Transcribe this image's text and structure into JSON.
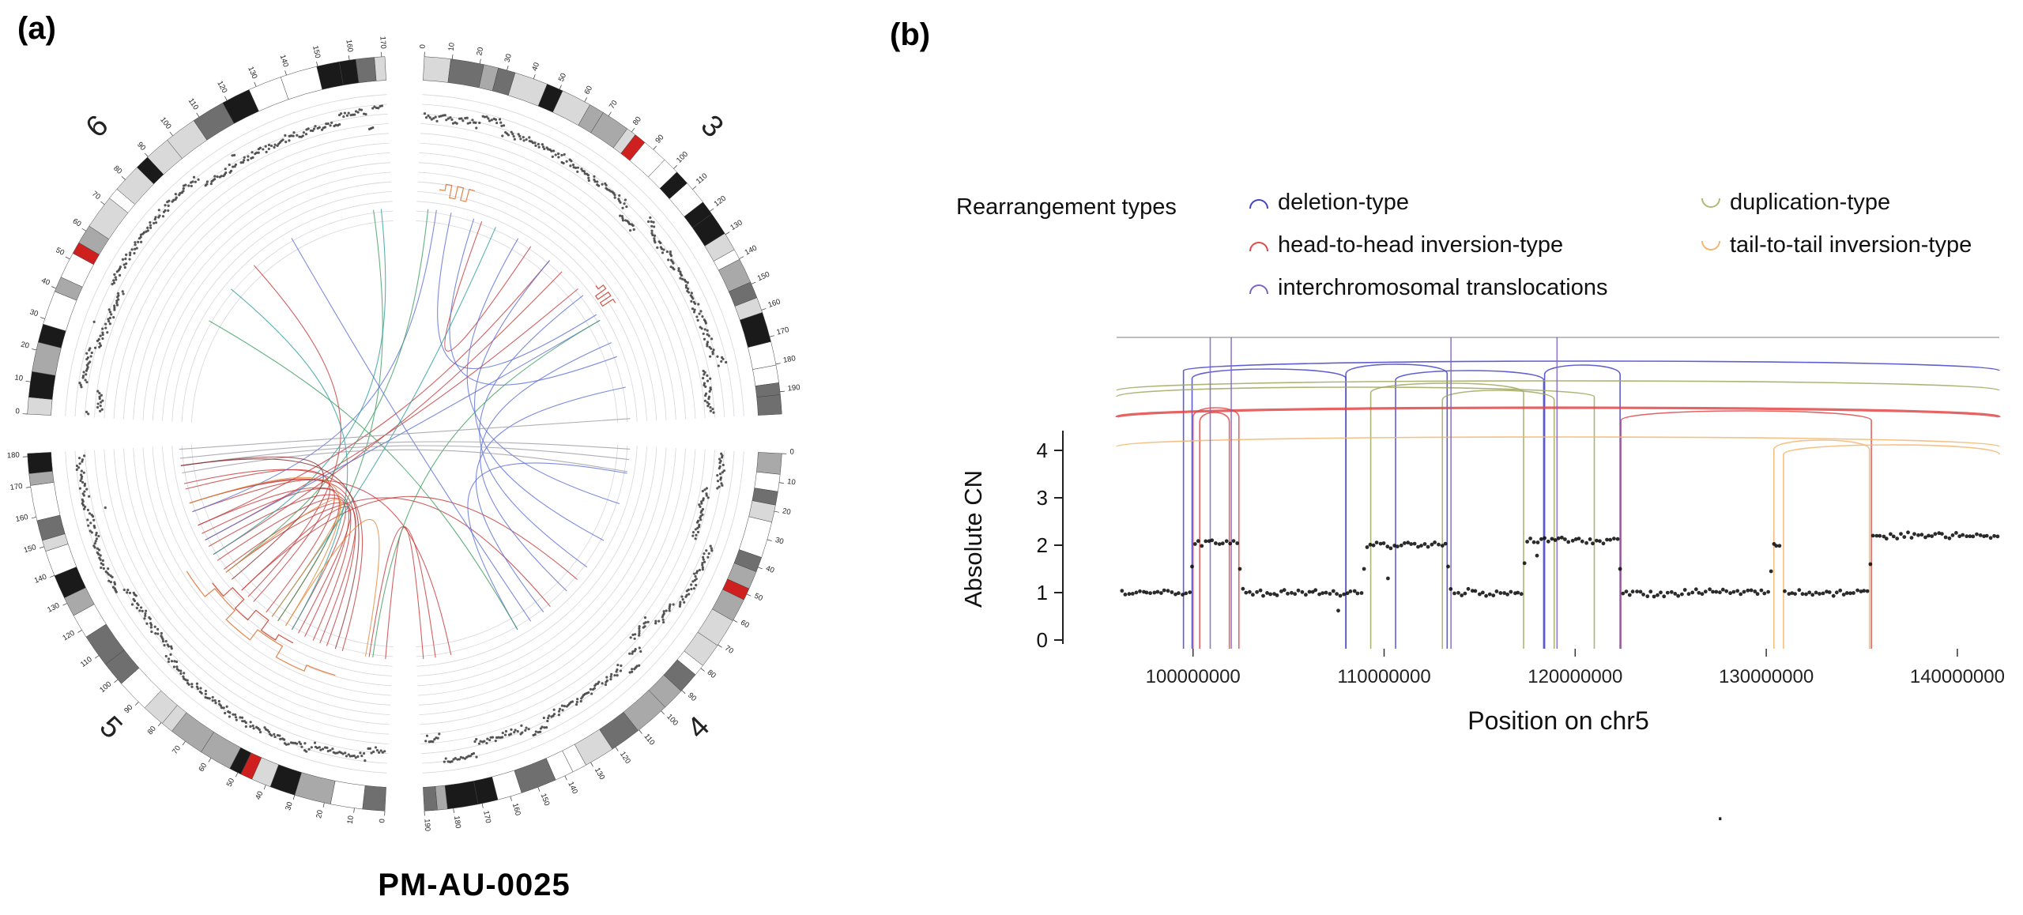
{
  "panel_a": {
    "label": "(a)",
    "sample_id": "PM-AU-0025",
    "chromosome_labels": [
      "3",
      "4",
      "5",
      "6"
    ]
  },
  "panel_b": {
    "label": "(b)",
    "legend": {
      "title": "Rearrangement types",
      "items": [
        {
          "id": "deletion",
          "label": "deletion-type",
          "color": "#4343cb",
          "glyph": "arc-up"
        },
        {
          "id": "duplication",
          "label": "duplication-type",
          "color": "#b3ba74",
          "glyph": "arc-down"
        },
        {
          "id": "head-to-head",
          "label": "head-to-head inversion-type",
          "color": "#e04848",
          "glyph": "arc-up"
        },
        {
          "id": "tail-to-tail",
          "label": "tail-to-tail inversion-type",
          "color": "#f3b56d",
          "glyph": "arc-down"
        },
        {
          "id": "translocation",
          "label": "interchromosomal translocations",
          "color": "#7f63c0",
          "glyph": "arc-up"
        }
      ]
    }
  },
  "stray_dot": ".",
  "chart_data": [
    {
      "type": "circos",
      "title": "PM-AU-0025",
      "chromosomes": [
        {
          "name": "3",
          "length_mb": 198,
          "centromere_mb": 91
        },
        {
          "name": "4",
          "length_mb": 190,
          "centromere_mb": 50
        },
        {
          "name": "5",
          "length_mb": 181,
          "centromere_mb": 48
        },
        {
          "name": "6",
          "length_mb": 171,
          "centromere_mb": 61
        }
      ],
      "tick_step_mb": 10,
      "tracks": [
        "cytoband ideogram",
        "Mb tick scale",
        "copy-number scatter",
        "rearrangement links"
      ],
      "link_colors": {
        "red": "#c63a3a",
        "blue": "#5b6ed6",
        "green": "#3f9d5f",
        "teal": "#2f9e9e",
        "orange": "#e08a3c",
        "gray": "#9a9aa2",
        "darkred": "#8b3030"
      },
      "links": [
        {
          "c1": "5",
          "p1": 28,
          "c2": "5",
          "p2": 160,
          "color": "red"
        },
        {
          "c1": "5",
          "p1": 37,
          "c2": "5",
          "p2": 149,
          "color": "red"
        },
        {
          "c1": "5",
          "p1": 45,
          "c2": "5",
          "p2": 136,
          "color": "red"
        },
        {
          "c1": "5",
          "p1": 50,
          "c2": "5",
          "p2": 123,
          "color": "red"
        },
        {
          "c1": "5",
          "p1": 58,
          "c2": "5",
          "p2": 114,
          "color": "red"
        },
        {
          "c1": "5",
          "p1": 67,
          "c2": "5",
          "p2": 131,
          "color": "red"
        },
        {
          "c1": "5",
          "p1": 75,
          "c2": "5",
          "p2": 144,
          "color": "red"
        },
        {
          "c1": "5",
          "p1": 84,
          "c2": "5",
          "p2": 157,
          "color": "red"
        },
        {
          "c1": "5",
          "p1": 54,
          "c2": "5",
          "p2": 93,
          "color": "red"
        },
        {
          "c1": "5",
          "p1": 41,
          "c2": "5",
          "p2": 108,
          "color": "red"
        },
        {
          "c1": "5",
          "p1": 118,
          "c2": "3",
          "p2": 97,
          "color": "red"
        },
        {
          "c1": "5",
          "p1": 127,
          "c2": "3",
          "p2": 111,
          "color": "red"
        },
        {
          "c1": "5",
          "p1": 136,
          "c2": "3",
          "p2": 87,
          "color": "red"
        },
        {
          "c1": "5",
          "p1": 93,
          "c2": "4",
          "p2": 84,
          "color": "red"
        },
        {
          "c1": "5",
          "p1": 106,
          "c2": "4",
          "p2": 106,
          "color": "red"
        },
        {
          "c1": "5",
          "p1": 149,
          "c2": "4",
          "p2": 170,
          "color": "red"
        },
        {
          "c1": "4",
          "p1": 186,
          "c2": "5",
          "p2": 4,
          "color": "red"
        },
        {
          "c1": "4",
          "p1": 179,
          "c2": "5",
          "p2": 13,
          "color": "red"
        },
        {
          "c1": "3",
          "p1": 40,
          "c2": "3",
          "p2": 73,
          "color": "red"
        },
        {
          "c1": "6",
          "p1": 92,
          "c2": "5",
          "p2": 88,
          "color": "red"
        },
        {
          "c1": "3",
          "p1": 87,
          "c2": "4",
          "p2": 57,
          "color": "blue"
        },
        {
          "c1": "3",
          "p1": 116,
          "c2": "4",
          "p2": 75,
          "color": "blue"
        },
        {
          "c1": "3",
          "p1": 149,
          "c2": "4",
          "p2": 93,
          "color": "blue"
        },
        {
          "c1": "3",
          "p1": 177,
          "c2": "4",
          "p2": 111,
          "color": "blue"
        },
        {
          "c1": "3",
          "p1": 64,
          "c2": "4",
          "p2": 34,
          "color": "blue"
        },
        {
          "c1": "3",
          "p1": 21,
          "c2": "3",
          "p2": 130,
          "color": "blue"
        },
        {
          "c1": "3",
          "p1": 35,
          "c2": "3",
          "p2": 158,
          "color": "blue"
        },
        {
          "c1": "4",
          "p1": 16,
          "c2": "4",
          "p2": 129,
          "color": "blue"
        },
        {
          "c1": "3",
          "p1": 12,
          "c2": "5",
          "p2": 144,
          "color": "blue"
        },
        {
          "c1": "3",
          "p1": 134,
          "c2": "5",
          "p2": 127,
          "color": "blue"
        },
        {
          "c1": "6",
          "p1": 116,
          "c2": "4",
          "p2": 120,
          "color": "blue"
        },
        {
          "c1": "6",
          "p1": 161,
          "c2": "5",
          "p2": 67,
          "color": "green"
        },
        {
          "c1": "3",
          "p1": 7,
          "c2": "5",
          "p2": 106,
          "color": "green"
        },
        {
          "c1": "3",
          "p1": 134,
          "c2": "5",
          "p2": 11,
          "color": "green"
        },
        {
          "c1": "6",
          "p1": 55,
          "c2": "4",
          "p2": 129,
          "color": "green"
        },
        {
          "c1": "6",
          "p1": 165,
          "c2": "5",
          "p2": 118,
          "color": "teal"
        },
        {
          "c1": "3",
          "p1": 49,
          "c2": "5",
          "p2": 71,
          "color": "teal"
        },
        {
          "c1": "6",
          "p1": 75,
          "c2": "5",
          "p2": 58,
          "color": "teal"
        },
        {
          "c1": "5",
          "p1": 62,
          "c2": "5",
          "p2": 149,
          "color": "orange"
        },
        {
          "c1": "5",
          "p1": 71,
          "c2": "5",
          "p2": 106,
          "color": "orange"
        },
        {
          "c1": "5",
          "p1": 15,
          "c2": "5",
          "p2": 62,
          "color": "orange"
        },
        {
          "c1": "5",
          "p1": 174,
          "c2": "4",
          "p2": 2,
          "color": "gray"
        },
        {
          "c1": "5",
          "p1": 166,
          "c2": "4",
          "p2": 15,
          "color": "gray"
        },
        {
          "c1": "5",
          "p1": 179,
          "c2": "3",
          "p2": 196,
          "color": "gray"
        },
        {
          "c1": "5",
          "p1": 170,
          "c2": "4",
          "p2": 8,
          "color": "gray"
        },
        {
          "c1": "5",
          "p1": 32,
          "c2": "5",
          "p2": 170,
          "color": "darkred"
        },
        {
          "c1": "5",
          "p1": 101,
          "c2": "5",
          "p2": 170,
          "color": "darkred"
        }
      ],
      "steps": [
        {
          "chr": "5",
          "p1": 28,
          "p2": 118,
          "radius": 318,
          "color": "#e07838"
        },
        {
          "chr": "5",
          "p1": 54,
          "p2": 106,
          "radius": 300,
          "color": "#cc4433"
        },
        {
          "chr": "3",
          "p1": 12,
          "p2": 31,
          "radius": 312,
          "color": "#e07838"
        },
        {
          "chr": "3",
          "p1": 116,
          "p2": 130,
          "radius": 306,
          "color": "#cc4433"
        }
      ]
    },
    {
      "type": "scatter",
      "xlabel": "Position on chr5",
      "ylabel": "Absolute CN",
      "xlim": [
        96000000,
        142200000
      ],
      "ylim": [
        0,
        4
      ],
      "xticks": [
        100000000,
        110000000,
        120000000,
        130000000,
        140000000
      ],
      "yticks": [
        0,
        1,
        2,
        3,
        4
      ],
      "grid": false,
      "legend_position": "top",
      "cn_segments": [
        {
          "start": 96200000,
          "end": 99900000,
          "cn": 1.0
        },
        {
          "start": 100000000,
          "end": 102400000,
          "cn": 2.05
        },
        {
          "start": 102500000,
          "end": 108900000,
          "cn": 1.0
        },
        {
          "start": 109000000,
          "end": 113300000,
          "cn": 2.0
        },
        {
          "start": 113400000,
          "end": 117300000,
          "cn": 1.0
        },
        {
          "start": 117400000,
          "end": 122300000,
          "cn": 2.1
        },
        {
          "start": 122400000,
          "end": 130200000,
          "cn": 1.0
        },
        {
          "start": 130300000,
          "end": 130800000,
          "cn": 2.0
        },
        {
          "start": 130900000,
          "end": 135400000,
          "cn": 1.0
        },
        {
          "start": 135500000,
          "end": 142200000,
          "cn": 2.2
        }
      ],
      "cn_outliers": [
        {
          "pos": 99950000,
          "cn": 1.55
        },
        {
          "pos": 102450000,
          "cn": 1.5
        },
        {
          "pos": 107600000,
          "cn": 0.62
        },
        {
          "pos": 108950000,
          "cn": 1.5
        },
        {
          "pos": 110200000,
          "cn": 1.3
        },
        {
          "pos": 113350000,
          "cn": 1.55
        },
        {
          "pos": 117350000,
          "cn": 1.62
        },
        {
          "pos": 118000000,
          "cn": 1.78
        },
        {
          "pos": 122350000,
          "cn": 1.5
        },
        {
          "pos": 130250000,
          "cn": 1.45
        },
        {
          "pos": 135450000,
          "cn": 1.6
        }
      ],
      "type_styles": {
        "deletion": {
          "color": "#4343cb",
          "lane": 69
        },
        "duplication": {
          "color": "#9fa75e",
          "lane": 94
        },
        "head-to-head": {
          "color": "#e04848",
          "lane": 128
        },
        "tail-to-tail": {
          "color": "#f3b56d",
          "lane": 165
        },
        "translocation": {
          "color": "#7f63c0",
          "lane": 27
        },
        "translocation_lane_color": "#9a9aa0"
      },
      "rearrangements": [
        {
          "type": "deletion",
          "from": 99500000,
          "to": 142500000
        },
        {
          "type": "deletion",
          "from": 99950000,
          "to": 108000000,
          "dy": 10
        },
        {
          "type": "deletion",
          "from": 108000000,
          "to": 113300000,
          "dy": 4
        },
        {
          "type": "deletion",
          "from": 110600000,
          "to": 118350000,
          "dy": 12
        },
        {
          "type": "deletion",
          "from": 118400000,
          "to": 122350000,
          "dy": 5
        },
        {
          "type": "duplication",
          "from": 95700000,
          "to": 142500000
        },
        {
          "type": "duplication",
          "from": 95900000,
          "to": 121000000,
          "dy": 8
        },
        {
          "type": "duplication",
          "from": 109300000,
          "to": 117300000,
          "dy": 3
        },
        {
          "type": "duplication",
          "from": 113050000,
          "to": 118900000,
          "dy": 12
        },
        {
          "type": "head-to-head",
          "from": 95500000,
          "to": 142600000,
          "width": 3.2
        },
        {
          "type": "head-to-head",
          "from": 100000000,
          "to": 102400000
        },
        {
          "type": "head-to-head",
          "from": 100350000,
          "to": 101900000,
          "dy": 6
        },
        {
          "type": "head-to-head",
          "from": 122400000,
          "to": 135500000,
          "dy": 4
        },
        {
          "type": "tail-to-tail",
          "from": 95800000,
          "to": 142500000
        },
        {
          "type": "tail-to-tail",
          "from": 130400000,
          "to": 135400000,
          "dy": 4
        },
        {
          "type": "tail-to-tail",
          "from": 130900000,
          "to": 142500000,
          "dy": 10
        },
        {
          "type": "translocation",
          "pos": 100900000
        },
        {
          "type": "translocation",
          "pos": 102000000
        },
        {
          "type": "translocation",
          "pos": 113500000
        },
        {
          "type": "translocation",
          "pos": 119050000
        }
      ]
    }
  ]
}
